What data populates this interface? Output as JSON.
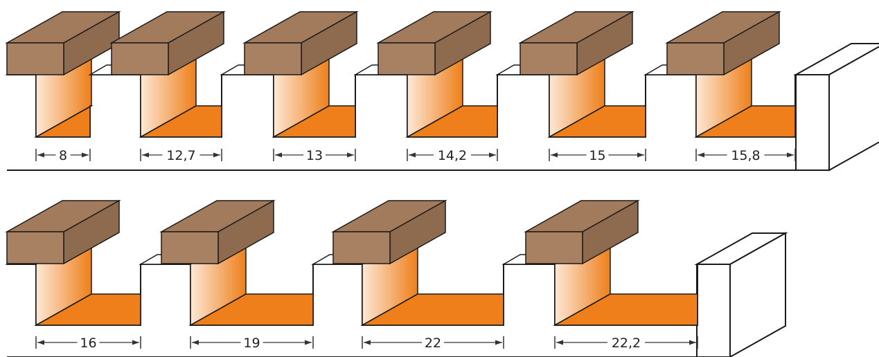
{
  "colors": {
    "wood_front": "#a88062",
    "wood_top": "#a27b5d",
    "wood_side": "#8e6a4e",
    "orange_dark": "#ee7f1a",
    "orange_light": "#fde8d6",
    "orange_floor": "#f7a85c",
    "outline": "#1a1a1a",
    "dimension_line": "#333333"
  },
  "rows": [
    {
      "name": "row-1",
      "grooves": [
        {
          "label": "8"
        },
        {
          "label": "12,7"
        },
        {
          "label": "13"
        },
        {
          "label": "14,2"
        },
        {
          "label": "15"
        },
        {
          "label": "15,8"
        }
      ]
    },
    {
      "name": "row-2",
      "grooves": [
        {
          "label": "16"
        },
        {
          "label": "19"
        },
        {
          "label": "22"
        },
        {
          "label": "22,2"
        }
      ]
    }
  ]
}
